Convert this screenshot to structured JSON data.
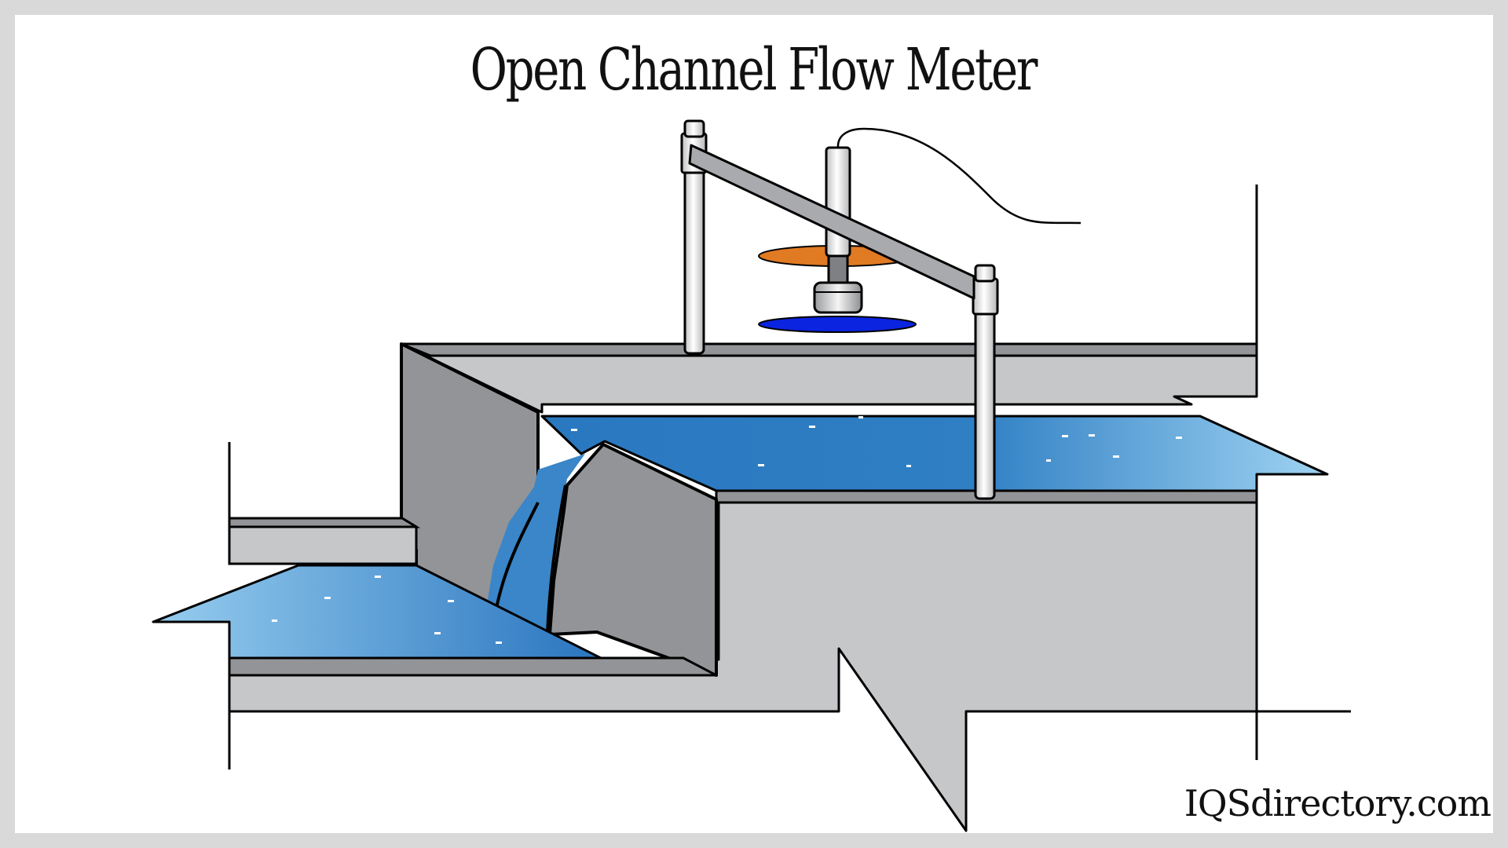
{
  "title": "Open Channel Flow Meter",
  "watermark": "IQSdirectory.com",
  "colors": {
    "frame": "#d9d9d9",
    "background": "#ffffff",
    "concrete_light": "#c6c7c9",
    "concrete_dark": "#939497",
    "water_dark": "#2a76bf",
    "water_light": "#9ad0f0",
    "probe_disc": "#e07a23",
    "target_ellipse": "#0a24e0",
    "outline": "#000000",
    "pipe": "#a9aaad"
  },
  "components": {
    "upper_channel": "upstream-channel",
    "weir": "weir-plate",
    "falling_water": "nappe",
    "lower_channel": "downstream-channel",
    "sensor": "ultrasonic-level-sensor",
    "mount": "support-poles-and-crossbar",
    "cable": "sensor-cable"
  }
}
